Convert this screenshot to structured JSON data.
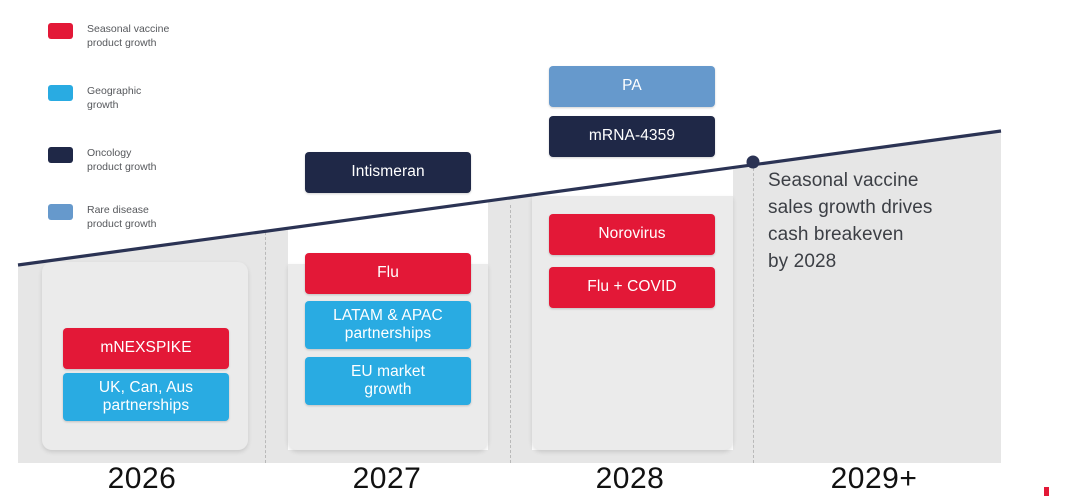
{
  "legend": {
    "items": [
      {
        "label": "Seasonal vaccine\nproduct growth",
        "color": "#e31837",
        "name": "seasonal-vaccine"
      },
      {
        "label": "Geographic\ngrowth",
        "color": "#29abe2",
        "name": "geographic-growth"
      },
      {
        "label": "Oncology\nproduct growth",
        "color": "#1f2847",
        "name": "oncology"
      },
      {
        "label": "Rare disease\nproduct growth",
        "color": "#6699cc",
        "name": "rare-disease"
      }
    ]
  },
  "columns": [
    {
      "year": "2026",
      "pills": [
        {
          "label": "mNEXSPIKE",
          "color": "#e31837"
        },
        {
          "label": "UK, Can, Aus\npartnerships",
          "color": "#29abe2"
        }
      ]
    },
    {
      "year": "2027",
      "pills": [
        {
          "label": "Intismeran",
          "color": "#1f2847"
        },
        {
          "label": "Flu",
          "color": "#e31837"
        },
        {
          "label": "LATAM & APAC\npartnerships",
          "color": "#29abe2"
        },
        {
          "label": "EU market\ngrowth",
          "color": "#29abe2"
        }
      ]
    },
    {
      "year": "2028",
      "pills": [
        {
          "label": "PA",
          "color": "#6699cc"
        },
        {
          "label": "mRNA-4359",
          "color": "#1f2847"
        },
        {
          "label": "Norovirus",
          "color": "#e31837"
        },
        {
          "label": "Flu + COVID",
          "color": "#e31837"
        }
      ]
    },
    {
      "year": "2029+",
      "pills": []
    }
  ],
  "annotation": {
    "text": "Seasonal vaccine\nsales growth drives\ncash breakeven\nby 2028"
  },
  "colors": {
    "seasonal_red": "#e31837",
    "geographic_blue": "#29abe2",
    "oncology_navy": "#1f2847",
    "rare_disease_blue": "#6699cc",
    "slab_grey": "#e6e6e6",
    "card_grey": "#ebebeb",
    "trend_line": "#2b3354"
  }
}
